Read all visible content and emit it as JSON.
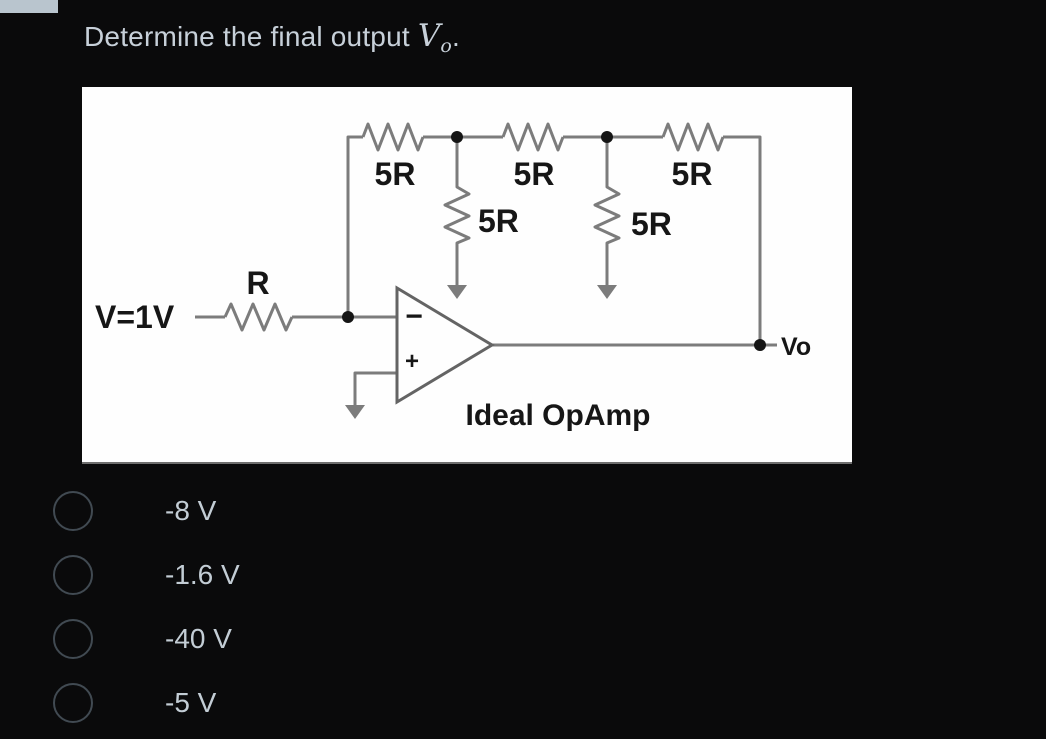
{
  "question": {
    "title_prefix": "Determine the final output ",
    "math_var": "V",
    "math_sub": "o",
    "title_suffix": "."
  },
  "circuit": {
    "caption": "Ideal OpAmp",
    "labels": {
      "input_source": "V=1V",
      "input_resistor": "R",
      "series_r1": "5R",
      "series_r2": "5R",
      "series_r3": "5R",
      "shunt_r1": "5R",
      "shunt_r2": "5R",
      "output_node": "Vo",
      "inverting_mark": "−",
      "noninverting_mark": "+"
    },
    "colors": {
      "panel": "#fefefe",
      "wire": "#7c7c7c",
      "text": "#161616"
    }
  },
  "options": [
    {
      "label": "-8 V",
      "selected": false
    },
    {
      "label": "-1.6 V",
      "selected": false
    },
    {
      "label": "-40 V",
      "selected": false
    },
    {
      "label": "-5 V",
      "selected": false
    }
  ]
}
